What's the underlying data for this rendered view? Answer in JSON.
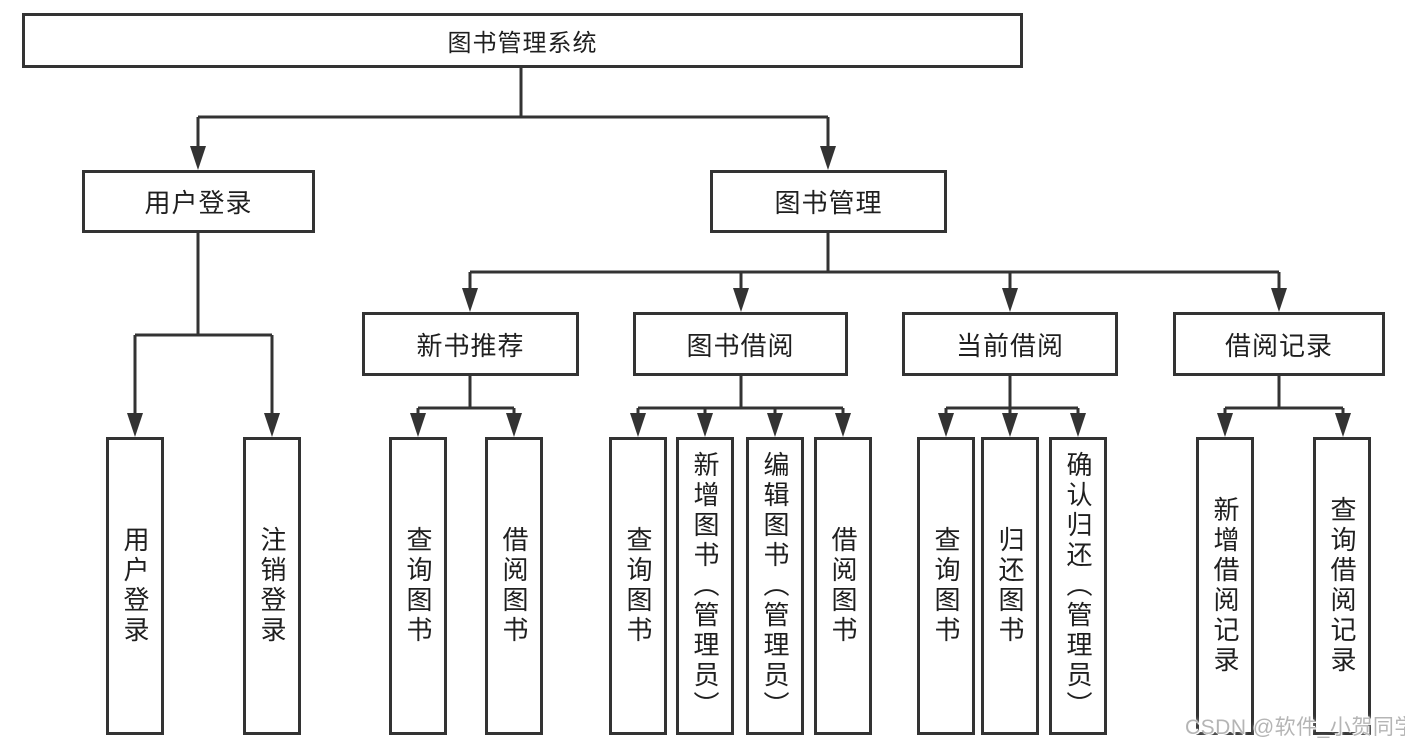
{
  "colors": {
    "line": "#333333",
    "box_border": "#333333",
    "text": "#1f1f1f",
    "watermark": "#b5b5b5",
    "background": "#ffffff"
  },
  "tree": {
    "root": {
      "label": "图书管理系统",
      "children": [
        {
          "label": "用户登录",
          "children": [
            {
              "label": "用户登录"
            },
            {
              "label": "注销登录"
            }
          ]
        },
        {
          "label": "图书管理",
          "children": [
            {
              "label": "新书推荐",
              "children": [
                {
                  "label": "查询图书"
                },
                {
                  "label": "借阅图书"
                }
              ]
            },
            {
              "label": "图书借阅",
              "children": [
                {
                  "label": "查询图书"
                },
                {
                  "label": "新增图书（管理员）"
                },
                {
                  "label": "编辑图书（管理员）"
                },
                {
                  "label": "借阅图书"
                }
              ]
            },
            {
              "label": "当前借阅",
              "children": [
                {
                  "label": "查询图书"
                },
                {
                  "label": "归还图书"
                },
                {
                  "label": "确认归还（管理员）"
                }
              ]
            },
            {
              "label": "借阅记录",
              "children": [
                {
                  "label": "新增借阅记录"
                },
                {
                  "label": "查询借阅记录"
                }
              ]
            }
          ]
        }
      ]
    }
  },
  "watermark": "CSDN @软件_小贺同学"
}
